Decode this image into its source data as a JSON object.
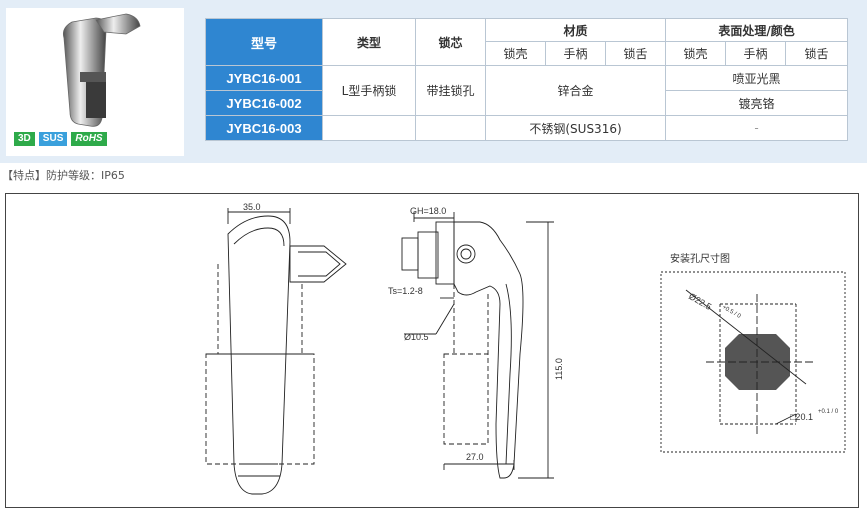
{
  "table": {
    "headers": {
      "model": "型号",
      "type": "类型",
      "lock_core": "锁芯",
      "material": "材质",
      "finish": "表面处理/颜色"
    },
    "sub_headers": {
      "material": [
        "锁壳",
        "手柄",
        "锁舌"
      ],
      "finish": [
        "锁壳",
        "手柄",
        "锁舌"
      ]
    },
    "rows": [
      {
        "model": "JYBC16-001",
        "finish": "喷亚光黑"
      },
      {
        "model": "JYBC16-002",
        "finish": "镀亮铬"
      },
      {
        "model": "JYBC16-003",
        "material": "不锈钢(SUS316)",
        "finish": "-"
      }
    ],
    "type_value": "L型手柄锁",
    "lock_core_value": "带挂锁孔",
    "material_zinc": "锌合金"
  },
  "badges": [
    "3D",
    "SUS",
    "RoHS"
  ],
  "feature_text": "【特点】防护等级：IP65",
  "drawing": {
    "dims": {
      "width_35": "35.0",
      "gh": "GH=18.0",
      "ts": "Ts=1.2-8",
      "dia": "Ø10.5",
      "height": "115.0",
      "width_27": "27.0",
      "hole_title": "安装孔尺寸图",
      "hole_dia": "Ø22.5",
      "hole_dia_tol": "+0.5 / 0",
      "hole_sq": "□20.1",
      "hole_sq_tol": "+0.1 / 0"
    }
  },
  "colors": {
    "header_blue": "#2f86d1",
    "panel_bg": "#e3edf7",
    "badge_green": "#2eaa4a",
    "badge_blue": "#3aa0dc"
  }
}
